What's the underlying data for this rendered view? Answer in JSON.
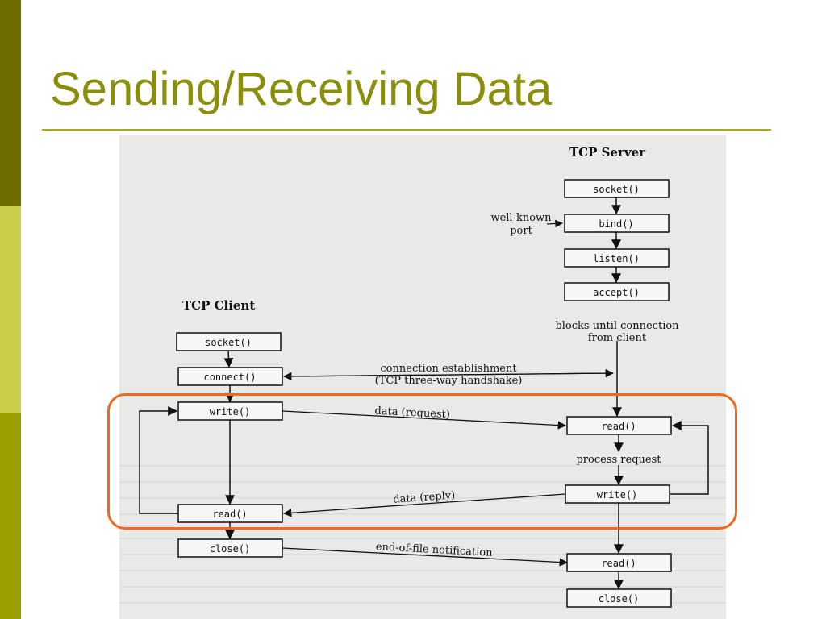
{
  "slide": {
    "title": "Sending/Receiving Data",
    "colors": {
      "accent": "#8a8e0a",
      "highlight": "#f0691e",
      "bar_dark": "#6e6e00",
      "bar_light": "#c9cf4a",
      "bar_mid": "#9aa000"
    }
  },
  "diagram": {
    "server_heading": "TCP Server",
    "client_heading": "TCP Client",
    "server": {
      "socket": "socket()",
      "bind": "bind()",
      "listen": "listen()",
      "accept": "accept()",
      "read": "read()",
      "write": "write()",
      "read_eof": "read()",
      "close": "close()"
    },
    "client": {
      "socket": "socket()",
      "connect": "connect()",
      "write": "write()",
      "read": "read()",
      "close": "close()"
    },
    "labels": {
      "well_known_1": "well-known",
      "well_known_2": "port",
      "blocks_1": "blocks until connection",
      "blocks_2": "from client",
      "conn_1": "connection establishment",
      "conn_2": "(TCP three-way handshake)",
      "data_request": "data (request)",
      "process_request": "process request",
      "data_reply": "data (reply)",
      "eof": "end-of-file notification"
    }
  }
}
